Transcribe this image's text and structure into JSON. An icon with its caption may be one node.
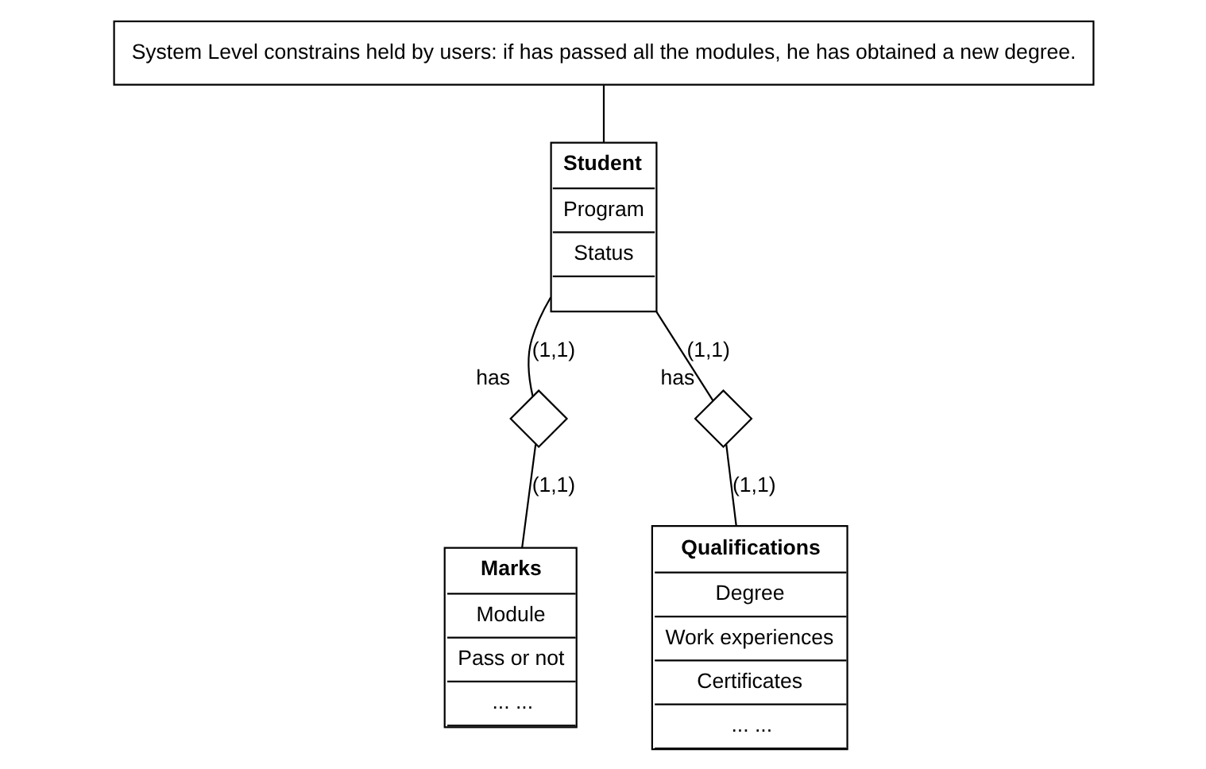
{
  "diagram": {
    "nodes": [
      {
        "text": [
          "System Level constrains held by users: if has passed all the modules, he has obtained a new degree."
        ]
      },
      {
        "text": [
          "Student",
          "Program",
          "Status"
        ]
      },
      {
        "text": [],
        "shape": "diamond",
        "beside": [
          "has"
        ]
      },
      {
        "text": [
          "Marks",
          "Module",
          "Pass or not",
          "... ..."
        ]
      },
      {
        "text": [],
        "shape": "diamond",
        "beside": [
          "has"
        ]
      },
      {
        "text": [
          "Qualifications",
          "Degree",
          "Work experiences",
          "Certificates",
          "... ..."
        ]
      }
    ],
    "edges": [
      {
        "from": 0,
        "to": 1,
        "arrow": "none"
      },
      {
        "from": 1,
        "to": 2,
        "arrow": "none",
        "label": "(1,1)"
      },
      {
        "from": 2,
        "to": 3,
        "arrow": "none",
        "label": "(1,1)"
      },
      {
        "from": 1,
        "to": 4,
        "arrow": "none",
        "label": "(1,1)"
      },
      {
        "from": 4,
        "to": 5,
        "arrow": "none",
        "label": "(1,1)"
      }
    ]
  }
}
